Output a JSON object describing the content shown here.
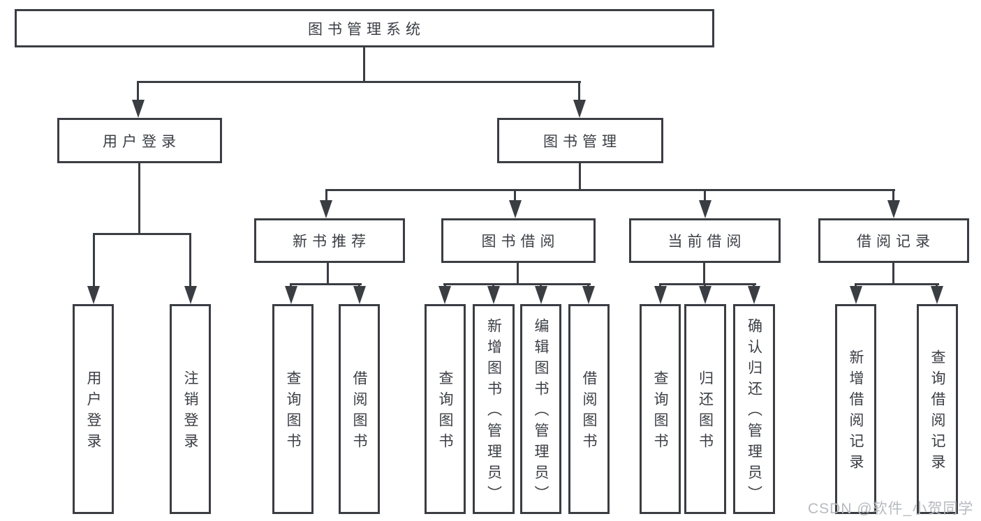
{
  "tree": {
    "root": {
      "label": "图书管理系统",
      "children": [
        {
          "label": "用户登录",
          "children": [
            {
              "label": "用户登录"
            },
            {
              "label": "注销登录"
            }
          ]
        },
        {
          "label": "图书管理",
          "children": [
            {
              "label": "新书推荐",
              "children": [
                {
                  "label": "查询图书"
                },
                {
                  "label": "借阅图书"
                }
              ]
            },
            {
              "label": "图书借阅",
              "children": [
                {
                  "label": "查询图书"
                },
                {
                  "label": "新增图书（管理员）"
                },
                {
                  "label": "编辑图书（管理员）"
                },
                {
                  "label": "借阅图书"
                }
              ]
            },
            {
              "label": "当前借阅",
              "children": [
                {
                  "label": "查询图书"
                },
                {
                  "label": "归还图书"
                },
                {
                  "label": "确认归还（管理员）"
                }
              ]
            },
            {
              "label": "借阅记录",
              "children": [
                {
                  "label": "新增借阅记录"
                },
                {
                  "label": "查询借阅记录"
                }
              ]
            }
          ]
        }
      ]
    }
  },
  "watermark": {
    "text": "CSDN @软件_小贺同学"
  },
  "colors": {
    "line": "#3a3d42",
    "text": "#3b3e44",
    "watermark": "#b7bac0",
    "background": "#ffffff"
  }
}
